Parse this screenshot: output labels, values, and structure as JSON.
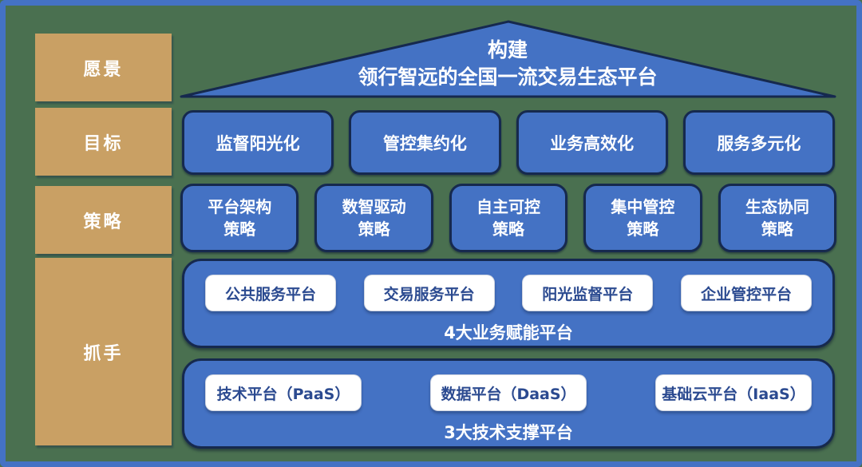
{
  "palette": {
    "background_green": "#4a7050",
    "frame_blue": "#4472c4",
    "box_blue": "#4472c4",
    "box_border_navy": "#16294e",
    "label_tan": "#c9a064",
    "white_box_text_navy": "#2b4a90",
    "text_white": "#ffffff"
  },
  "left_column": {
    "items": [
      {
        "label": "愿景"
      },
      {
        "label": "目标"
      },
      {
        "label": "策略"
      },
      {
        "label": "抓手"
      }
    ]
  },
  "pyramid": {
    "title_line1": "构建",
    "title_line2": "领行智远的全国一流交易生态平台"
  },
  "goals_row": {
    "items": [
      "监督阳光化",
      "管控集约化",
      "业务高效化",
      "服务多元化"
    ]
  },
  "strategy_row": {
    "items": [
      {
        "line1": "平台架构",
        "line2": "策略"
      },
      {
        "line1": "数智驱动",
        "line2": "策略"
      },
      {
        "line1": "自主可控",
        "line2": "策略"
      },
      {
        "line1": "集中管控",
        "line2": "策略"
      },
      {
        "line1": "生态协同",
        "line2": "策略"
      }
    ]
  },
  "business_platforms": {
    "items": [
      "公共服务平台",
      "交易服务平台",
      "阳光监督平台",
      "企业管控平台"
    ],
    "caption": "4大业务赋能平台"
  },
  "tech_platforms": {
    "items": [
      "技术平台（PaaS）",
      "数据平台（DaaS）",
      "基础云平台（IaaS）"
    ],
    "caption": "3大技术支撑平台"
  }
}
